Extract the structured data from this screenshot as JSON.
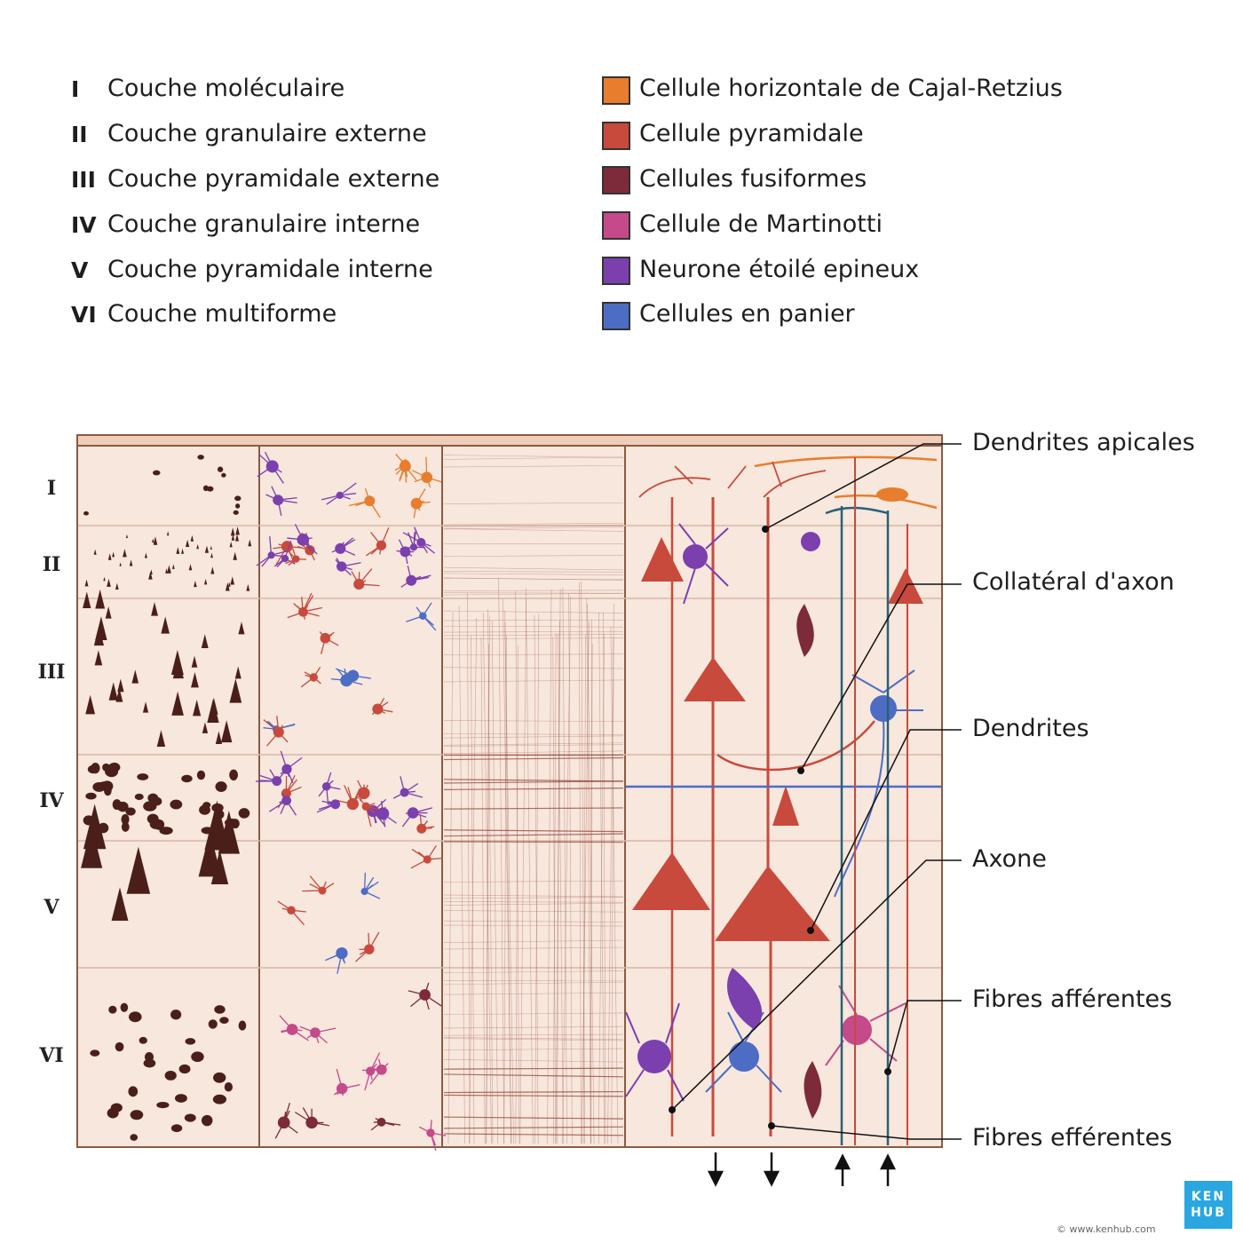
{
  "legend_layers": [
    {
      "num": "I",
      "name": "Couche moléculaire"
    },
    {
      "num": "II",
      "name": "Couche granulaire externe"
    },
    {
      "num": "III",
      "name": "Couche pyramidale externe"
    },
    {
      "num": "IV",
      "name": "Couche granulaire interne"
    },
    {
      "num": "V",
      "name": "Couche pyramidale interne"
    },
    {
      "num": "VI",
      "name": "Couche multiforme"
    }
  ],
  "legend_cells": [
    {
      "name": "Cellule horizontale de Cajal-Retzius",
      "color": "#e87d2e"
    },
    {
      "name": "Cellule pyramidale",
      "color": "#c84a3c"
    },
    {
      "name": "Cellules fusiformes",
      "color": "#7d2a3a"
    },
    {
      "name": "Cellule de Martinotti",
      "color": "#c44a8a"
    },
    {
      "name": "Neurone étoilé epineux",
      "color": "#7b3fae"
    },
    {
      "name": "Cellules en panier",
      "color": "#4d6cc4"
    }
  ],
  "diagram_layers": [
    "I",
    "II",
    "III",
    "IV",
    "V",
    "VI"
  ],
  "callouts": [
    "Dendrites apicales",
    "Collatéral d'axon",
    "Dendrites",
    "Axone",
    "Fibres afférentes",
    "Fibres efférentes"
  ],
  "logo": {
    "line1": "KEN",
    "line2": "HUB"
  },
  "copyright": "© www.kenhub.com",
  "colors": {
    "panel_bg": "#f7e7dd",
    "border": "#8a5a44",
    "granule": "#4a1f1a",
    "axon_red": "#c84a3c",
    "afferent": "#2a6075"
  }
}
